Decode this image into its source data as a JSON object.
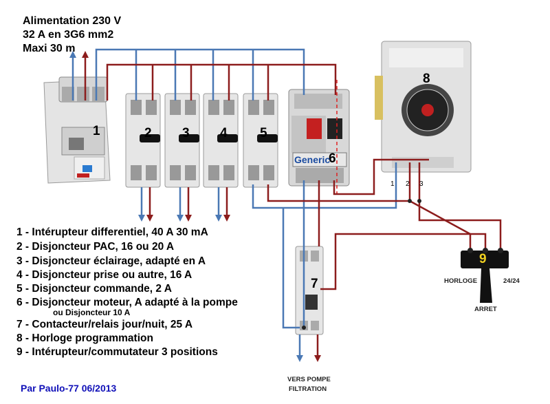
{
  "header": {
    "line1": "Alimentation 230 V",
    "line2": "32 A en 3G6 mm2",
    "line3": "Maxi 30 m"
  },
  "components": [
    {
      "number": "1"
    },
    {
      "number": "2"
    },
    {
      "number": "3"
    },
    {
      "number": "4"
    },
    {
      "number": "5"
    },
    {
      "number": "6",
      "brand": "Generic"
    },
    {
      "number": "7"
    },
    {
      "number": "8"
    },
    {
      "number": "9"
    }
  ],
  "legend": [
    "1 - Intérupteur differentiel, 40 A 30 mA",
    "2 - Disjoncteur PAC, 16 ou 20 A",
    "3 - Disjoncteur éclairage, adapté en A",
    "4 - Disjoncteur prise ou autre, 16 A",
    "5 - Disjoncteur commande, 2 A",
    "6 - Disjoncteur moteur, A adapté à la pompe",
    "7 - Contacteur/relais jour/nuit, 25 A",
    "8 - Horloge programmation",
    "9 - Intérupteur/commutateur 3 positions"
  ],
  "legend_sub": "ou Disjoncteur 10 A",
  "clock_terminals": [
    "1",
    "2",
    "3"
  ],
  "switch_labels": {
    "left": "HORLOGE",
    "right": "24/24",
    "bottom": "ARRET"
  },
  "pump_label": {
    "line1": "VERS POMPE",
    "line2": "FILTRATION"
  },
  "credit": "Par Paulo-77 06/2013",
  "colors": {
    "wire_blue": "#4a78b4",
    "wire_red": "#8c1c1c",
    "dashed_red": "#e02020",
    "credit": "#1010b8"
  }
}
